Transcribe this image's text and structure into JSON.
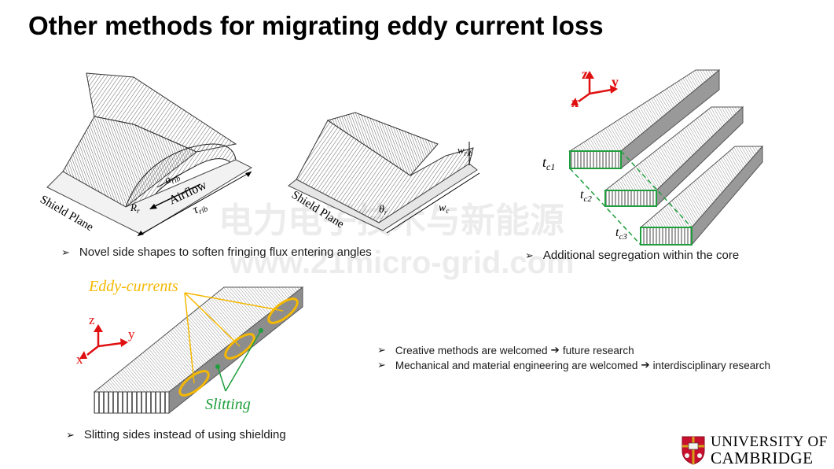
{
  "slide": {
    "title": "Other methods for migrating eddy current loss",
    "bullets": {
      "novel_side_shapes": "Novel side shapes to soften fringing flux entering angles",
      "segregation": "Additional segregation within the core",
      "slitting": "Slitting sides instead of using shielding",
      "creative": "Creative methods are welcomed",
      "creative_result": "future research",
      "mechanical": "Mechanical and material engineering are welcomed",
      "mechanical_result": "interdisciplinary research"
    }
  },
  "figures": {
    "rib_left": {
      "shield_plane": "Shield Plane",
      "airflow": "Airflow",
      "a_rib": "a",
      "a_rib_sub": "rib",
      "r_label": "R",
      "r_sub": "r",
      "tau_label": "τ",
      "tau_sub": "rib"
    },
    "rib_middle": {
      "shield_plane": "Shield Plane",
      "w_rib": "w",
      "w_rib_sub": "rib",
      "theta": "θ",
      "theta_sub": "r",
      "w_c": "w",
      "w_c_sub": "c"
    },
    "core_segments": {
      "axis_z": "z",
      "axis_y": "y",
      "axis_x": "x",
      "tc1": "t",
      "tc1_sub": "c1",
      "tc2": "t",
      "tc2_sub": "c2",
      "tc3": "t",
      "tc3_sub": "c3"
    },
    "slitting": {
      "eddy_label": "Eddy-currents",
      "slitting_label": "Slitting",
      "axis_z": "z",
      "axis_y": "y",
      "axis_x": "x"
    }
  },
  "logo": {
    "line1": "UNIVERSITY OF",
    "line2": "CAMBRIDGE"
  },
  "watermark": {
    "line1": "电力电子技术与新能源",
    "line2": "www.21micro-grid.com"
  },
  "colors": {
    "eddy": "#f5b800",
    "slitting": "#1e9e3c",
    "axis": "#e01010",
    "arrow": "#000000"
  }
}
